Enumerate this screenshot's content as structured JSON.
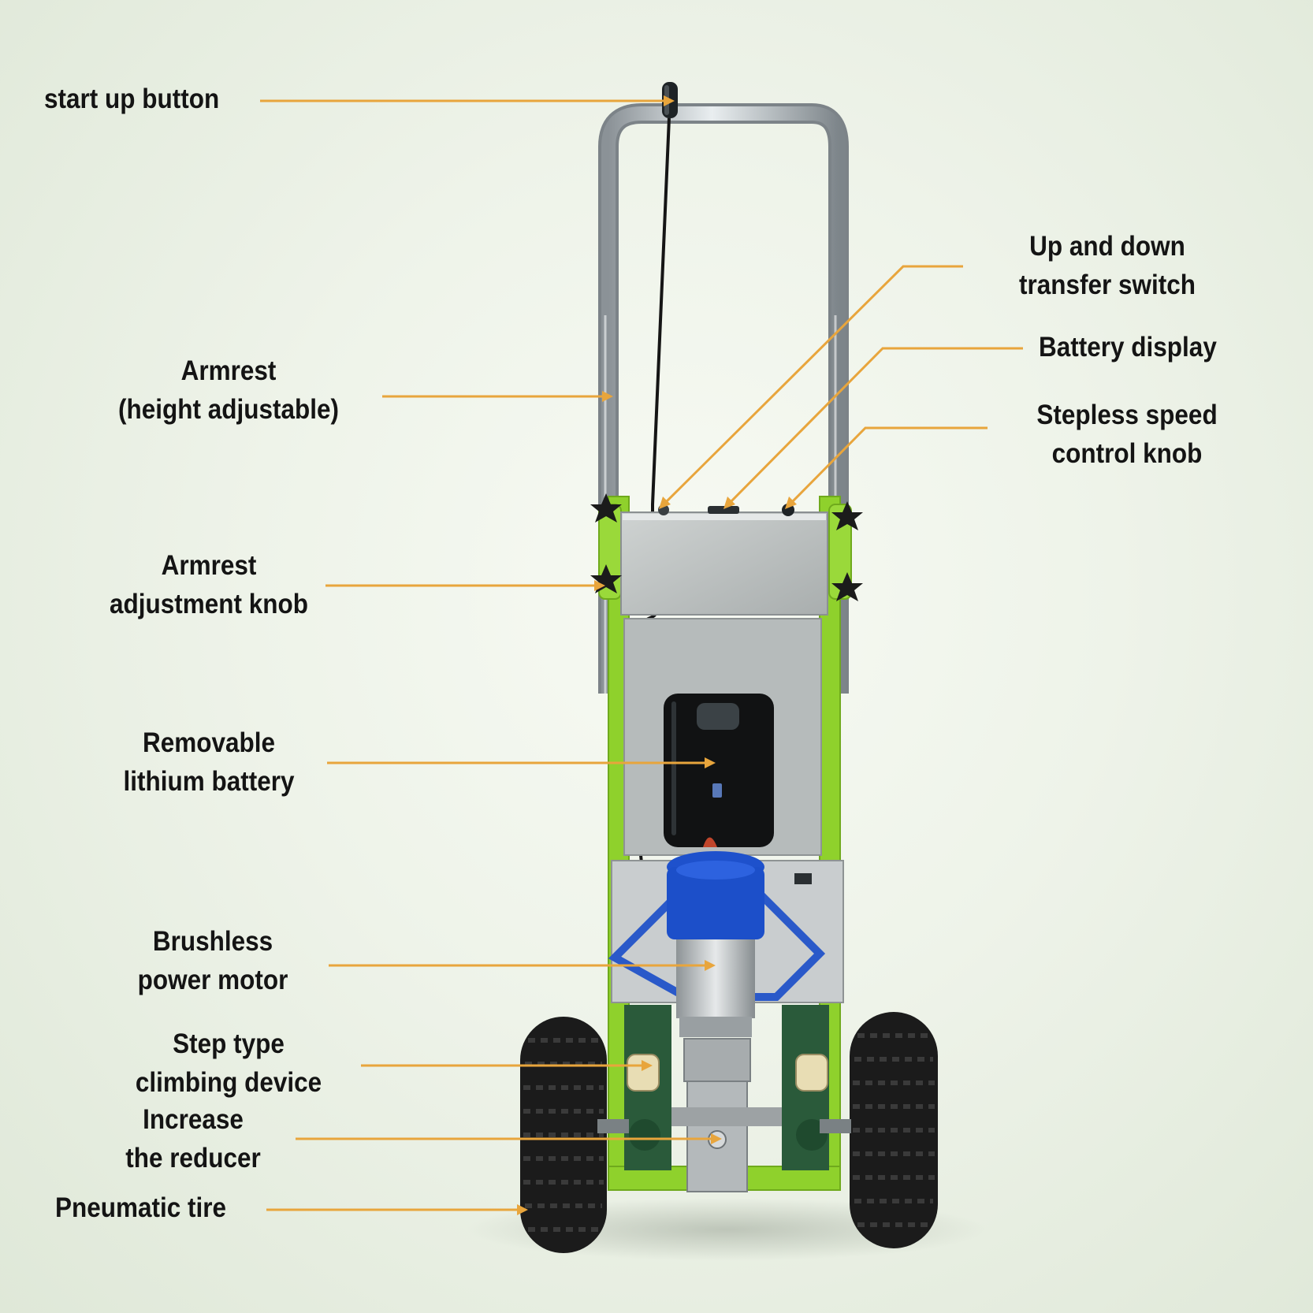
{
  "colors": {
    "leader": "#e8a53c",
    "frame_green": "#8fd12c",
    "frame_green_dark": "#6faa1c",
    "motor_blue": "#1c4fc9",
    "tire": "#1b1b1b",
    "steel": "#c2c8cc",
    "label_text": "#141414"
  },
  "callouts": [
    {
      "id": "start-up-button",
      "lines": [
        "start up button"
      ]
    },
    {
      "id": "up-down-transfer-switch",
      "lines": [
        "Up and down",
        "transfer switch"
      ]
    },
    {
      "id": "battery-display",
      "lines": [
        "Battery display"
      ]
    },
    {
      "id": "stepless-speed-control-knob",
      "lines": [
        "Stepless speed",
        "control knob"
      ]
    },
    {
      "id": "armrest",
      "lines": [
        "Armrest",
        "(height adjustable)"
      ]
    },
    {
      "id": "armrest-adjustment-knob",
      "lines": [
        "Armrest",
        "adjustment knob"
      ]
    },
    {
      "id": "removable-lithium-battery",
      "lines": [
        "Removable",
        "lithium battery"
      ]
    },
    {
      "id": "brushless-power-motor",
      "lines": [
        "Brushless",
        "power motor"
      ]
    },
    {
      "id": "step-type-climbing-device",
      "lines": [
        "Step type",
        "climbing device"
      ]
    },
    {
      "id": "increase-the-reducer",
      "lines": [
        "Increase",
        "the reducer"
      ]
    },
    {
      "id": "pneumatic-tire",
      "lines": [
        "Pneumatic tire"
      ]
    }
  ]
}
